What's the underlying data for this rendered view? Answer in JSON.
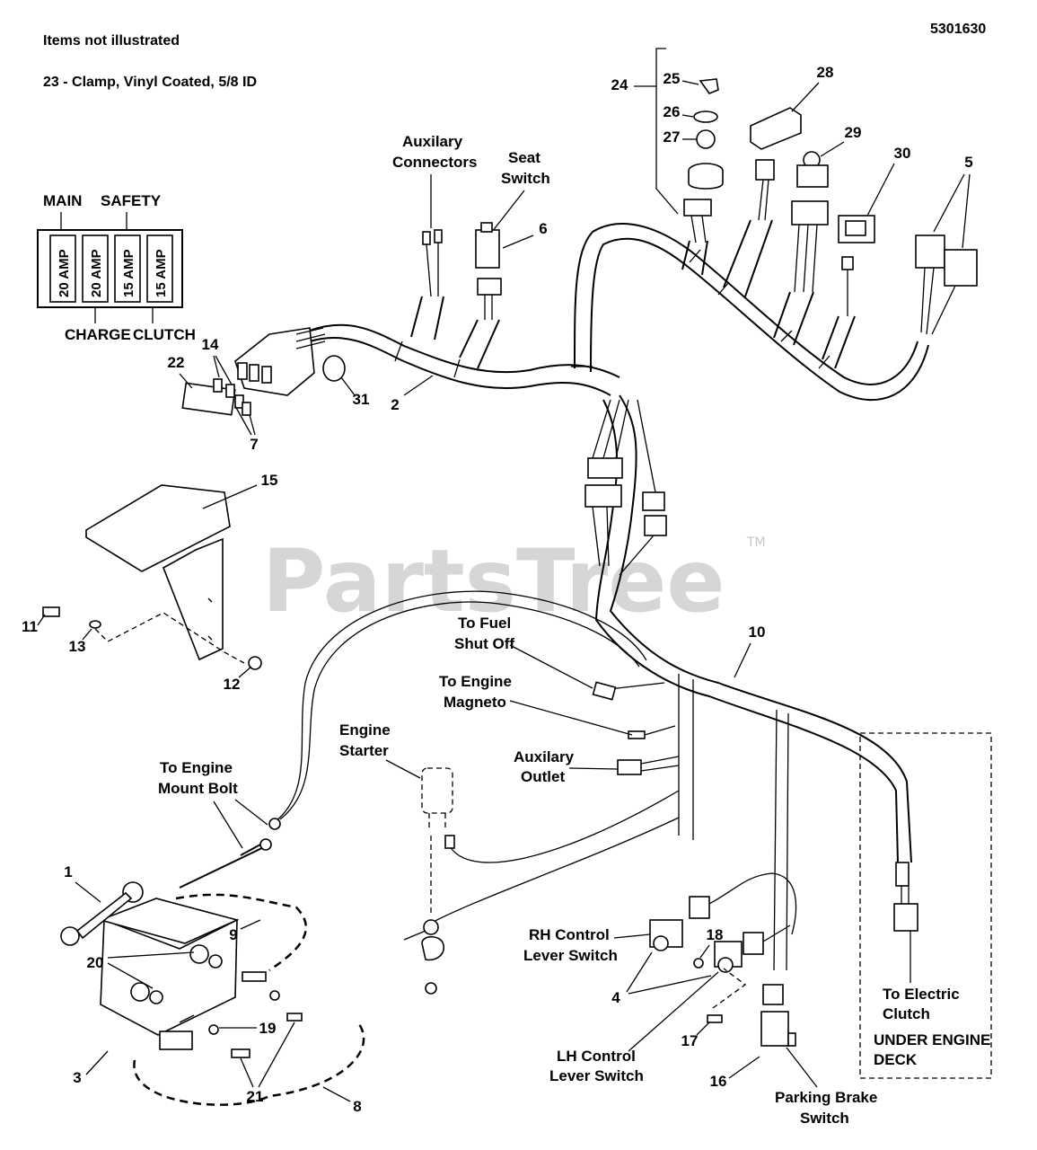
{
  "diagram_number": "5301630",
  "notes": {
    "heading": "Items not illustrated",
    "item_23": "23 - Clamp, Vinyl Coated, 5/8 ID"
  },
  "watermark": {
    "text": "PartsTree",
    "tm": "TM"
  },
  "fuse_block": {
    "top_labels": [
      "MAIN",
      "SAFETY"
    ],
    "bottom_labels": [
      "CHARGE",
      "CLUTCH"
    ],
    "fuses": [
      "20 AMP",
      "20 AMP",
      "15 AMP",
      "15 AMP"
    ]
  },
  "labels": {
    "aux_connectors": [
      "Auxilary",
      "Connectors"
    ],
    "seat_switch": [
      "Seat",
      "Switch"
    ],
    "to_fuel_shut_off": [
      "To Fuel",
      "Shut Off"
    ],
    "to_engine_magneto": [
      "To Engine",
      "Magneto"
    ],
    "engine_starter": [
      "Engine",
      "Starter"
    ],
    "auxilary_outlet": [
      "Auxilary",
      "Outlet"
    ],
    "to_engine_mount_bolt": [
      "To Engine",
      "Mount Bolt"
    ],
    "rh_control_lever_switch": [
      "RH Control",
      "Lever Switch"
    ],
    "lh_control_lever_switch": [
      "LH Control",
      "Lever Switch"
    ],
    "parking_brake_switch": [
      "Parking Brake",
      "Switch"
    ],
    "to_electric_clutch": [
      "To Electric",
      "Clutch"
    ],
    "under_engine_deck": [
      "UNDER ENGINE",
      "DECK"
    ]
  },
  "callouts": [
    "1",
    "2",
    "3",
    "4",
    "5",
    "6",
    "7",
    "8",
    "9",
    "10",
    "11",
    "12",
    "13",
    "14",
    "15",
    "16",
    "17",
    "18",
    "19",
    "20",
    "21",
    "22",
    "24",
    "25",
    "26",
    "27",
    "28",
    "29",
    "30",
    "31"
  ]
}
